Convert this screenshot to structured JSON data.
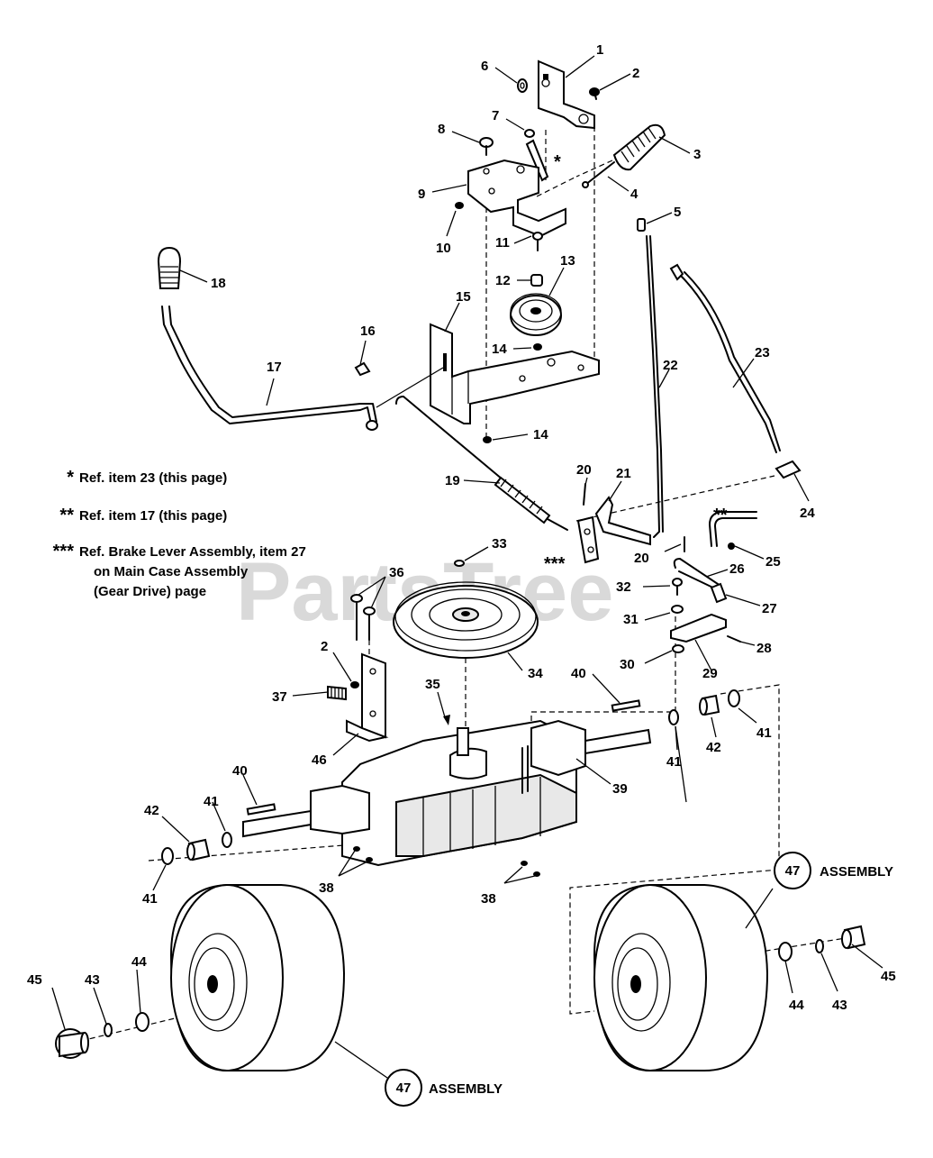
{
  "watermark": "PartsTree",
  "notes": [
    {
      "mark": "*",
      "text": "Ref. item 23 (this page)"
    },
    {
      "mark": "**",
      "text": "Ref. item 17 (this page)"
    },
    {
      "mark": "***",
      "lines": [
        "Ref. Brake Lever Assembly, item 27",
        "on Main Case Assembly",
        "(Gear Drive) page"
      ]
    }
  ],
  "assemblies": [
    {
      "number": "47",
      "label": "ASSEMBLY"
    },
    {
      "number": "47",
      "label": "ASSEMBLY"
    }
  ],
  "callouts": [
    {
      "n": "1"
    },
    {
      "n": "2"
    },
    {
      "n": "3"
    },
    {
      "n": "4"
    },
    {
      "n": "5"
    },
    {
      "n": "6"
    },
    {
      "n": "7"
    },
    {
      "n": "8"
    },
    {
      "n": "9"
    },
    {
      "n": "10"
    },
    {
      "n": "11"
    },
    {
      "n": "12"
    },
    {
      "n": "13"
    },
    {
      "n": "14"
    },
    {
      "n": "14"
    },
    {
      "n": "15"
    },
    {
      "n": "16"
    },
    {
      "n": "17"
    },
    {
      "n": "18"
    },
    {
      "n": "19"
    },
    {
      "n": "20"
    },
    {
      "n": "20"
    },
    {
      "n": "21"
    },
    {
      "n": "22"
    },
    {
      "n": "23"
    },
    {
      "n": "24"
    },
    {
      "n": "25"
    },
    {
      "n": "26"
    },
    {
      "n": "27"
    },
    {
      "n": "28"
    },
    {
      "n": "29"
    },
    {
      "n": "30"
    },
    {
      "n": "31"
    },
    {
      "n": "32"
    },
    {
      "n": "33"
    },
    {
      "n": "34"
    },
    {
      "n": "35"
    },
    {
      "n": "36"
    },
    {
      "n": "2"
    },
    {
      "n": "37"
    },
    {
      "n": "46"
    },
    {
      "n": "40"
    },
    {
      "n": "40"
    },
    {
      "n": "41"
    },
    {
      "n": "42"
    },
    {
      "n": "41"
    },
    {
      "n": "39"
    },
    {
      "n": "42"
    },
    {
      "n": "41"
    },
    {
      "n": "41"
    },
    {
      "n": "38"
    },
    {
      "n": "38"
    },
    {
      "n": "45"
    },
    {
      "n": "43"
    },
    {
      "n": "44"
    },
    {
      "n": "44"
    },
    {
      "n": "43"
    },
    {
      "n": "45"
    }
  ],
  "star_marks": [
    "*",
    "**",
    "***"
  ]
}
